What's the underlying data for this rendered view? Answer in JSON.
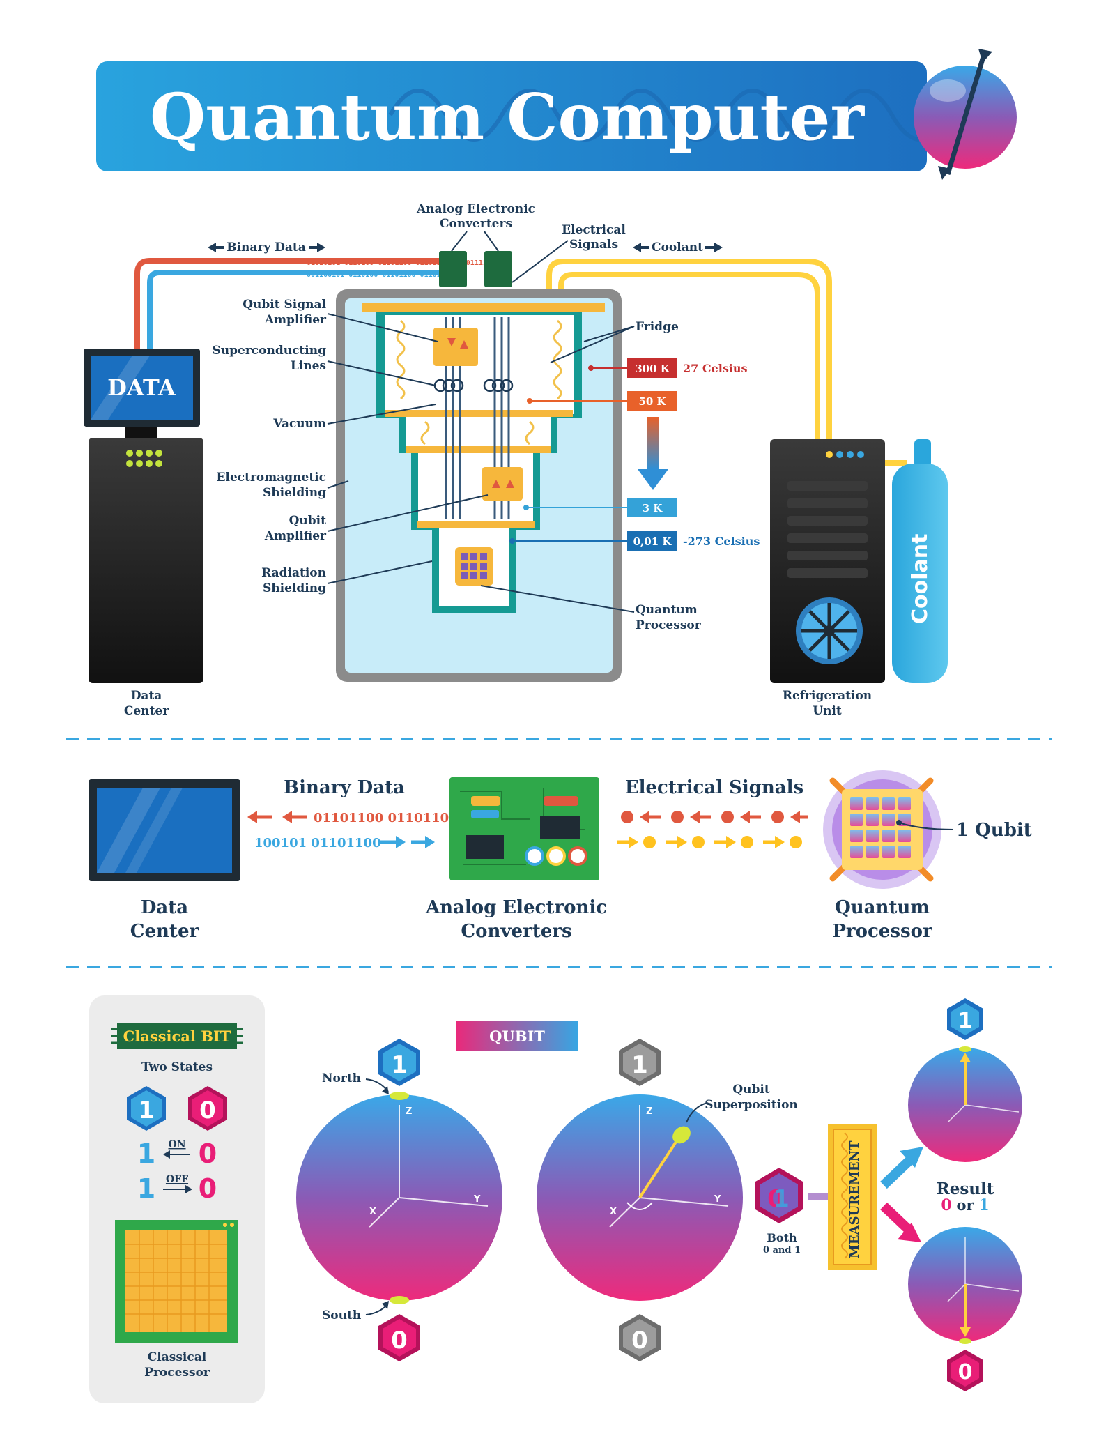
{
  "title": "Quantum Computer",
  "fridge_diagram": {
    "top_labels": {
      "binary_data": "Binary Data",
      "analog_converters_line1": "Analog Electronic",
      "analog_converters_line2": "Converters",
      "electrical_signals_line1": "Electrical",
      "electrical_signals_line2": "Signals",
      "coolant": "Coolant"
    },
    "binary_strings": {
      "red": "01010101 0110100 01101100 01101100 01101111",
      "blue": "001100101 0110100 01101100 01101111"
    },
    "monitor_label": "DATA",
    "left_labels": {
      "qubit_signal_amplifier_1": "Qubit Signal",
      "qubit_signal_amplifier_2": "Amplifier",
      "superconducting_lines_1": "Superconducting",
      "superconducting_lines_2": "Lines",
      "vacuum": "Vacuum",
      "em_shielding_1": "Electromagnetic",
      "em_shielding_2": "Shielding",
      "qubit_amplifier_1": "Qubit",
      "qubit_amplifier_2": "Amplifier",
      "radiation_shielding_1": "Radiation",
      "radiation_shielding_2": "Shielding"
    },
    "right_labels": {
      "fridge": "Fridge",
      "quantum_processor_1": "Quantum",
      "quantum_processor_2": "Processor"
    },
    "temperatures": [
      {
        "value": "300 K",
        "note": "27 Celsius",
        "color": "#c62f2f"
      },
      {
        "value": "50 K",
        "note": "",
        "color": "#e8612a"
      },
      {
        "value": "3 K",
        "note": "",
        "color": "#34a2d8"
      },
      {
        "value": "0,01 K",
        "note": "-273 Celsius",
        "color": "#1a6fb3"
      }
    ],
    "data_center_1": "Data",
    "data_center_2": "Center",
    "refrigeration_1": "Refrigeration",
    "refrigeration_2": "Unit",
    "coolant_tank": "Coolant"
  },
  "flow_section": {
    "binary_data_title": "Binary Data",
    "binary_red": "01101100 01101100",
    "binary_blue": "100101 01101100",
    "electrical_signals_title": "Electrical Signals",
    "data_center_1": "Data",
    "data_center_2": "Center",
    "converters_1": "Analog Electronic",
    "converters_2": "Converters",
    "processor_1": "Quantum",
    "processor_2": "Processor",
    "one_qubit": "1 Qubit"
  },
  "bit_section": {
    "classical_bit": "Classical BIT",
    "two_states": "Two States",
    "one": "1",
    "zero": "0",
    "on": "ON",
    "off": "OFF",
    "classical_processor_1": "Classical",
    "classical_processor_2": "Processor"
  },
  "qubit_section": {
    "qubit_badge": "QUBIT",
    "north": "North",
    "south": "South",
    "axis_z": "Z",
    "axis_x": "X",
    "axis_y": "Y",
    "superposition_1": "Qubit",
    "superposition_2": "Superposition",
    "both_1": "Both",
    "both_2": "0 and 1",
    "measurement": "MEASUREMENT",
    "result_1": "Result",
    "result_or": "or",
    "state_one": "1",
    "state_zero": "0"
  },
  "colors": {
    "title_blue": "#1f8bd4",
    "navy": "#1e3a56",
    "teal": "#159a93",
    "red_cable": "#e0583f",
    "blue_cable": "#3aa7e0",
    "yellow_cable": "#ffd23f",
    "sphere_top": "#3ba7e6",
    "sphere_bottom": "#ee2a7b",
    "pink": "#e91e77",
    "board_green": "#2fa84a"
  }
}
